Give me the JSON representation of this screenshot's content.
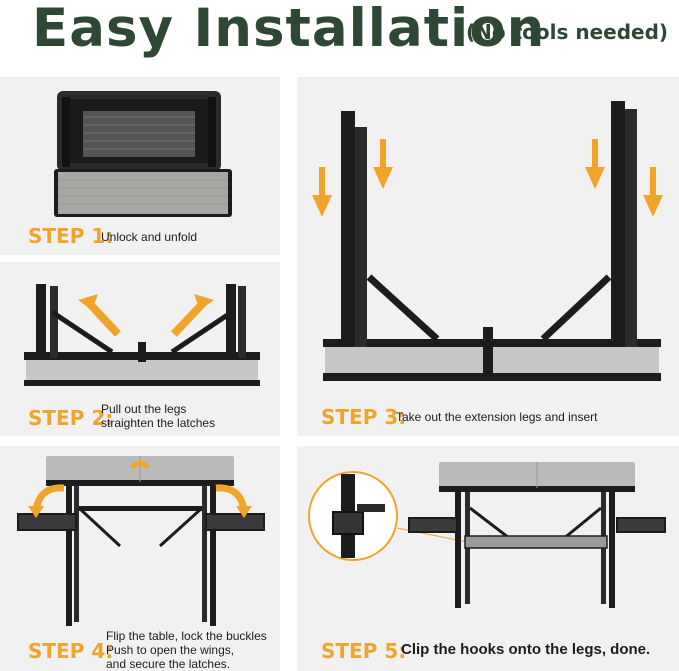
{
  "title": {
    "main": "Easy Installation",
    "sub": "(No tools needed)"
  },
  "steps": [
    {
      "label": "STEP 1:",
      "lines": [
        "Unlock and unfold"
      ]
    },
    {
      "label": "STEP 2:",
      "lines": [
        "Pull out the legs",
        "straighten the latches"
      ]
    },
    {
      "label": "STEP 3:",
      "lines": [
        "Take out the extension legs and insert"
      ]
    },
    {
      "label": "STEP 4:",
      "lines": [
        "Flip the table, lock the buckles",
        "Push to open the wings,",
        "and secure the latches."
      ]
    },
    {
      "label": "STEP 5:",
      "lines": [
        "Clip the hooks onto the legs, done."
      ]
    }
  ],
  "colors": {
    "title": "#2f4735",
    "accent": "#f0a52a",
    "panel": "#f1f1f1",
    "frame": "#1c1c1c",
    "tabletop": "#b9b9b7"
  }
}
